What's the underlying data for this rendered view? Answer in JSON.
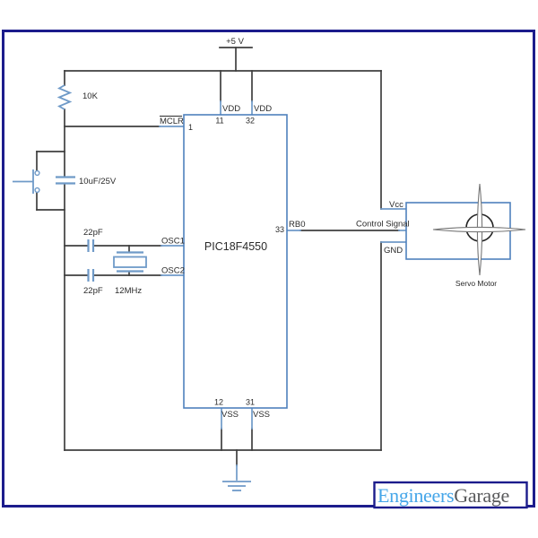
{
  "colors": {
    "frame": "#1c1c8c",
    "wire": "#3f3f3f",
    "component-blue": "#4f81bd",
    "glyph-blue": "#6f9ac8",
    "text": "#2a2a2a",
    "logo-blue": "#45a6e9",
    "logo-gray": "#58595b"
  },
  "labels": {
    "supply": "+5 V",
    "resistor": "10K",
    "electrolytic_cap": "10uF/25V",
    "cap_top": "22pF",
    "cap_bottom": "22pF",
    "crystal": "12MHz",
    "servo": "Servo Motor"
  },
  "ic": {
    "name": "PIC18F4550",
    "pins": {
      "mclr": {
        "name": "MCLR",
        "number": "1"
      },
      "vdd1": {
        "name": "VDD",
        "number": "11"
      },
      "vdd2": {
        "name": "VDD",
        "number": "32"
      },
      "osc1": {
        "name": "OSC1"
      },
      "osc2": {
        "name": "OSC2"
      },
      "rb0": {
        "name": "RB0",
        "number": "33"
      },
      "vss1": {
        "name": "VSS",
        "number": "12"
      },
      "vss2": {
        "name": "VSS",
        "number": "31"
      }
    }
  },
  "servo": {
    "pins": {
      "vcc": "Vcc",
      "signal": "Control Signal",
      "gnd": "GND"
    }
  },
  "logo": {
    "part1": "Engineers",
    "part2": "Garage"
  }
}
